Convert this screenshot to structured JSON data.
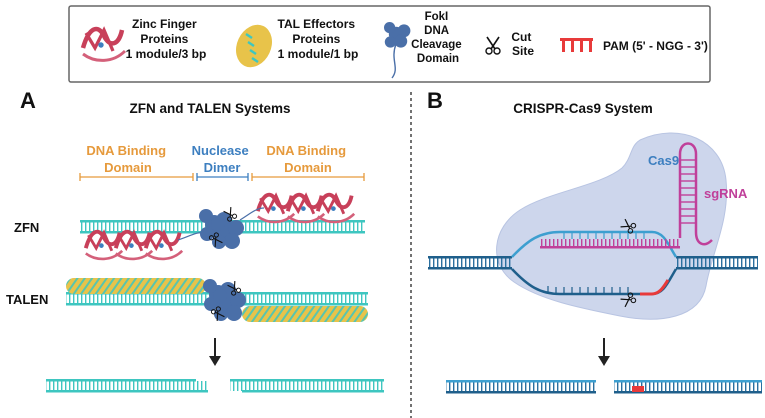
{
  "legend": {
    "zinc_finger": {
      "line1": "Zinc Finger",
      "line2": "Proteins",
      "line3": "1 module/3 bp"
    },
    "tal_effectors": {
      "line1": "TAL Effectors",
      "line2": "Proteins",
      "line3": "1 module/1 bp"
    },
    "foki": {
      "line1": "FokI",
      "line2": "DNA",
      "line3": "Cleavage",
      "line4": "Domain"
    },
    "cut_site": {
      "line1": "Cut",
      "line2": "Site"
    },
    "pam": {
      "label": "PAM (5' - NGG - 3')"
    }
  },
  "panel_a": {
    "letter": "A",
    "title": "ZFN and TALEN Systems",
    "dna_binding_left": {
      "line1": "DNA Binding",
      "line2": "Domain"
    },
    "nuclease_dimer": {
      "line1": "Nuclease",
      "line2": "Dimer"
    },
    "dna_binding_right": {
      "line1": "DNA Binding",
      "line2": "Domain"
    },
    "zfn_label": "ZFN",
    "talen_label": "TALEN"
  },
  "panel_b": {
    "letter": "B",
    "title": "CRISPR-Cas9 System",
    "cas9_label": "Cas9",
    "sgrna_label": "sgRNA"
  },
  "colors": {
    "orange": "#e69a3c",
    "blue_text": "#3d7fc0",
    "teal": "#3ec6c0",
    "dark_blue_dna": "#1f5f8b",
    "magenta": "#c0409a",
    "zinc_red": "#c8405a",
    "tal_yellow": "#e8c34a",
    "foki_blue": "#4a6fa8",
    "pam_red": "#e83a3a",
    "cas9_fill": "#cdd6ec"
  }
}
